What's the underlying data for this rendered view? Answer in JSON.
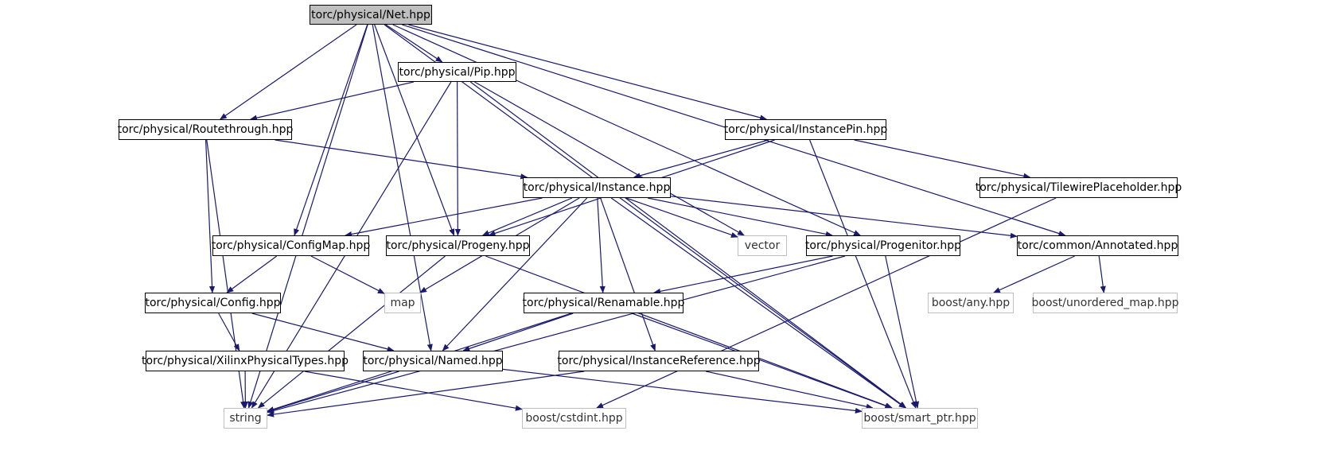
{
  "graph": {
    "edge_color": "#191970",
    "root_fill": "#bfbfbf",
    "external_border": "#bfbfbf",
    "nodes": {
      "net": {
        "label": "torc/physical/Net.hpp",
        "kind": "root"
      },
      "pip": {
        "label": "torc/physical/Pip.hpp",
        "kind": "internal"
      },
      "routethrough": {
        "label": "torc/physical/Routethrough.hpp",
        "kind": "internal"
      },
      "instancepin": {
        "label": "torc/physical/InstancePin.hpp",
        "kind": "internal"
      },
      "instance": {
        "label": "torc/physical/Instance.hpp",
        "kind": "internal"
      },
      "tilewireplaceholder": {
        "label": "torc/physical/TilewirePlaceholder.hpp",
        "kind": "internal"
      },
      "configmap": {
        "label": "torc/physical/ConfigMap.hpp",
        "kind": "internal"
      },
      "progeny": {
        "label": "torc/physical/Progeny.hpp",
        "kind": "internal"
      },
      "vector": {
        "label": "vector",
        "kind": "external"
      },
      "progenitor": {
        "label": "torc/physical/Progenitor.hpp",
        "kind": "internal"
      },
      "annotated": {
        "label": "torc/common/Annotated.hpp",
        "kind": "internal"
      },
      "config": {
        "label": "torc/physical/Config.hpp",
        "kind": "internal"
      },
      "map": {
        "label": "map",
        "kind": "external"
      },
      "renamable": {
        "label": "torc/physical/Renamable.hpp",
        "kind": "internal"
      },
      "boost_any": {
        "label": "boost/any.hpp",
        "kind": "external"
      },
      "boost_unordered_map": {
        "label": "boost/unordered_map.hpp",
        "kind": "external"
      },
      "xilinxphysicaltypes": {
        "label": "torc/physical/XilinxPhysicalTypes.hpp",
        "kind": "internal"
      },
      "named": {
        "label": "torc/physical/Named.hpp",
        "kind": "internal"
      },
      "instancereference": {
        "label": "torc/physical/InstanceReference.hpp",
        "kind": "internal"
      },
      "string": {
        "label": "string",
        "kind": "external"
      },
      "boost_cstdint": {
        "label": "boost/cstdint.hpp",
        "kind": "external"
      },
      "boost_smart_ptr": {
        "label": "boost/smart_ptr.hpp",
        "kind": "external"
      }
    },
    "edges": [
      [
        "net",
        "pip"
      ],
      [
        "net",
        "routethrough"
      ],
      [
        "net",
        "instancepin"
      ],
      [
        "net",
        "configmap"
      ],
      [
        "net",
        "progeny"
      ],
      [
        "net",
        "progenitor"
      ],
      [
        "net",
        "annotated"
      ],
      [
        "net",
        "named"
      ],
      [
        "net",
        "string"
      ],
      [
        "net",
        "boost_smart_ptr"
      ],
      [
        "pip",
        "routethrough"
      ],
      [
        "pip",
        "progeny"
      ],
      [
        "pip",
        "vector"
      ],
      [
        "pip",
        "string"
      ],
      [
        "pip",
        "boost_smart_ptr"
      ],
      [
        "routethrough",
        "instance"
      ],
      [
        "routethrough",
        "config"
      ],
      [
        "routethrough",
        "string"
      ],
      [
        "instancepin",
        "instance"
      ],
      [
        "instancepin",
        "progeny"
      ],
      [
        "instancepin",
        "tilewireplaceholder"
      ],
      [
        "instancepin",
        "boost_smart_ptr"
      ],
      [
        "instance",
        "configmap"
      ],
      [
        "instance",
        "progeny"
      ],
      [
        "instance",
        "vector"
      ],
      [
        "instance",
        "progenitor"
      ],
      [
        "instance",
        "annotated"
      ],
      [
        "instance",
        "map"
      ],
      [
        "instance",
        "renamable"
      ],
      [
        "instance",
        "named"
      ],
      [
        "instance",
        "instancereference"
      ],
      [
        "instance",
        "boost_smart_ptr"
      ],
      [
        "tilewireplaceholder",
        "boost_cstdint"
      ],
      [
        "configmap",
        "config"
      ],
      [
        "configmap",
        "map"
      ],
      [
        "progeny",
        "string"
      ],
      [
        "progeny",
        "boost_smart_ptr"
      ],
      [
        "progenitor",
        "renamable"
      ],
      [
        "progenitor",
        "string"
      ],
      [
        "progenitor",
        "boost_smart_ptr"
      ],
      [
        "annotated",
        "boost_any"
      ],
      [
        "annotated",
        "boost_unordered_map"
      ],
      [
        "config",
        "xilinxphysicaltypes"
      ],
      [
        "config",
        "named"
      ],
      [
        "renamable",
        "named"
      ],
      [
        "renamable",
        "string"
      ],
      [
        "renamable",
        "boost_smart_ptr"
      ],
      [
        "xilinxphysicaltypes",
        "string"
      ],
      [
        "xilinxphysicaltypes",
        "boost_cstdint"
      ],
      [
        "named",
        "string"
      ],
      [
        "named",
        "boost_smart_ptr"
      ],
      [
        "instancereference",
        "string"
      ],
      [
        "instancereference",
        "boost_smart_ptr"
      ]
    ]
  }
}
